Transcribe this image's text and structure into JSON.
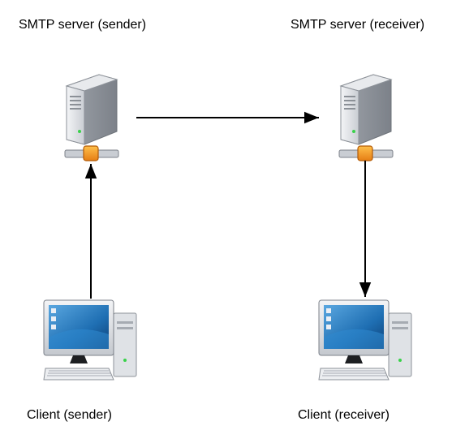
{
  "labels": {
    "server_sender": "SMTP server (sender)",
    "server_receiver": "SMTP server (receiver)",
    "client_sender": "Client (sender)",
    "client_receiver": "Client (receiver)"
  },
  "icons": {
    "server": "server-tower-icon",
    "network_connector": "network-connector-icon",
    "client": "desktop-computer-icon"
  },
  "colors": {
    "background": "#ffffff",
    "text": "#000000",
    "arrow": "#000000",
    "server_body": "#cfd3d8",
    "connector": "#f29a1f",
    "screen": "#1f6fb3"
  }
}
